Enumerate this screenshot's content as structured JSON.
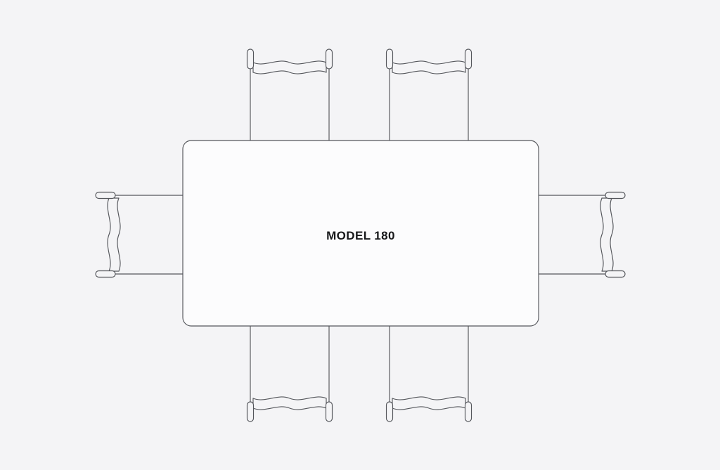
{
  "colors": {
    "background": "#f4f4f6",
    "surface": "#fcfcfd",
    "line": "#54565b",
    "text": "#17181a"
  },
  "diagram": {
    "type": "furniture-plan-top-view",
    "table": {
      "label": "MODEL 180",
      "shape": "rounded-rectangle"
    },
    "chairs": {
      "count": 6,
      "positions": [
        "top-left",
        "top-right",
        "left",
        "right",
        "bottom-left",
        "bottom-right"
      ]
    }
  }
}
